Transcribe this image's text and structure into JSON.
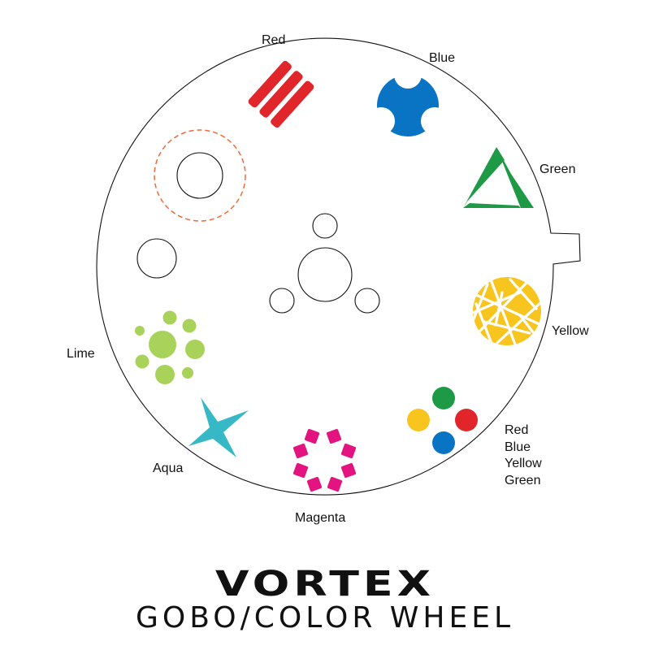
{
  "title": "VORTEX",
  "subtitle": "GOBO/COLOR WHEEL",
  "labels": {
    "red": "Red",
    "blue": "Blue",
    "green": "Green",
    "yellow": "Yellow",
    "multi": [
      "Red",
      "Blue",
      "Yellow",
      "Green"
    ],
    "magenta": "Magenta",
    "aqua": "Aqua",
    "lime": "Lime"
  },
  "colors": {
    "red": "#e0262b",
    "blue": "#0a74c4",
    "green": "#1e9a46",
    "yellow": "#f7c51d",
    "magenta": "#e3137f",
    "aqua": "#36b8c6",
    "lime": "#a8d25a",
    "open_ring": "#ee6a3a"
  }
}
